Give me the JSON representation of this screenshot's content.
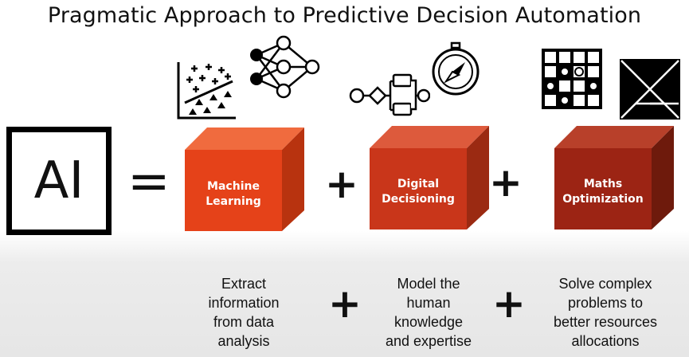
{
  "title": "Pragmatic Approach to Predictive Decision Automation",
  "ai_label": "AI",
  "equals": "=",
  "plus": "+",
  "components": [
    {
      "label_line1": "Machine",
      "label_line2": "Learning",
      "color": "#e54219",
      "desc": [
        "Extract",
        "information",
        "from data",
        "analysis"
      ]
    },
    {
      "label_line1": "Digital",
      "label_line2": "Decisioning",
      "color": "#c9361a",
      "desc": [
        "Model the",
        "human",
        "knowledge",
        "and expertise"
      ]
    },
    {
      "label_line1": "Maths",
      "label_line2": "Optimization",
      "color": "#9c2414",
      "desc": [
        "Solve complex",
        "problems to",
        "better resources",
        "allocations"
      ]
    }
  ],
  "icons": [
    "scatter-plot-icon",
    "neural-network-icon",
    "process-flow-icon",
    "compass-icon",
    "grid-puzzle-icon",
    "tangram-icon"
  ]
}
